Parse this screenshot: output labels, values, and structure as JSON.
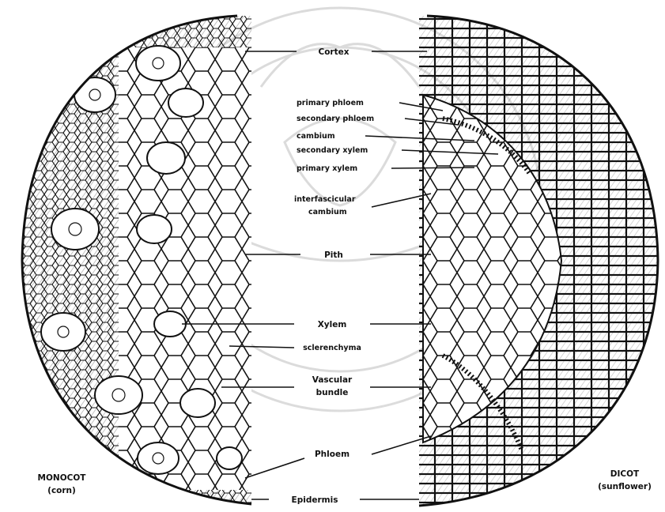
{
  "monocot": {
    "title": "MONOCOT",
    "subtitle": "(corn)"
  },
  "dicot": {
    "title": "DICOT",
    "subtitle": "(sunflower)"
  },
  "labels": {
    "cortex": "Cortex",
    "primary_phloem": "primary phloem",
    "secondary_phloem": "secondary phloem",
    "cambium": "cambium",
    "secondary_xylem": "secondary xylem",
    "primary_xylem": "primary xylem",
    "interfascicular_1": "interfascicular",
    "interfascicular_2": "cambium",
    "pith": "Pith",
    "xylem": "Xylem",
    "sclerenchyma": "sclerenchyma",
    "vascular_1": "Vascular",
    "vascular_2": "bundle",
    "phloem": "Phloem",
    "epidermis": "Epidermis"
  },
  "colors": {
    "ink": "#111111",
    "watermark": "#bdbdbd",
    "paper": "#ffffff"
  }
}
